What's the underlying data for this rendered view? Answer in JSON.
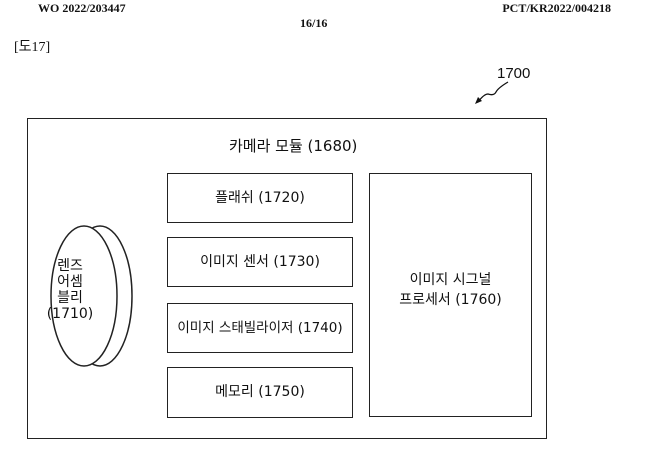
{
  "header": {
    "left": "WO 2022/203447",
    "right": "PCT/KR2022/004218",
    "page": "16/16"
  },
  "figure": {
    "label": "[도17]",
    "reference": "1700"
  },
  "diagram": {
    "module": {
      "label": "카메라 모듈 (1680)"
    },
    "lens_assembly": {
      "lines": [
        "렌즈",
        "어셈",
        "블리",
        "(1710)"
      ]
    },
    "components": [
      {
        "label": "플래쉬 (1720)"
      },
      {
        "label": "이미지 센서 (1730)"
      },
      {
        "label": "이미지 스태빌라이저 (1740)"
      },
      {
        "label": "메모리 (1750)"
      }
    ],
    "image_signal_processor": {
      "lines": [
        "이미지 시그널",
        "프로세서 (1760)"
      ]
    }
  }
}
